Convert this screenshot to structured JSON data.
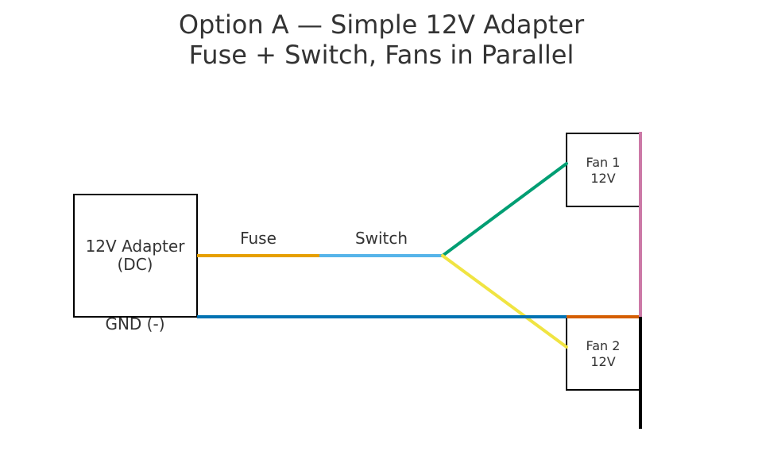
{
  "title": {
    "line1": "Option A — Simple 12V Adapter",
    "line2": "Fuse + Switch, Fans in Parallel"
  },
  "adapter": {
    "line1": "12V Adapter",
    "line2": "(DC)"
  },
  "labels": {
    "fuse": "Fuse",
    "switch": "Switch",
    "gnd": "GND (-)"
  },
  "fan1": {
    "line1": "Fan 1",
    "line2": "12V"
  },
  "fan2": {
    "line1": "Fan 2",
    "line2": "12V"
  },
  "colors": {
    "fuse_wire": "#E69F00",
    "switch_wire": "#56B4E9",
    "fan1_wire": "#009E73",
    "fan2_wire": "#F0E442",
    "ground_wire": "#0072B2",
    "fan_return_wire": "#D55E00",
    "fan1_positive_bus": "#CC79A7",
    "ground_bus": "#000000",
    "box_border": "#000000",
    "text": "#333333"
  }
}
